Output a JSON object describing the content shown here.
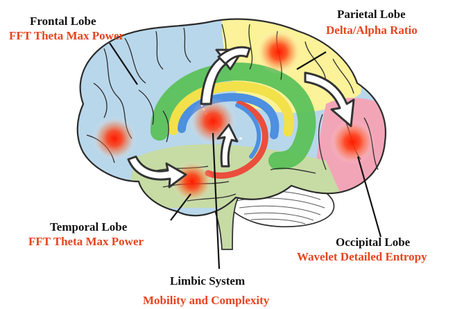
{
  "colors": {
    "frontal": "#b8d7eb",
    "parietal": "#fbf29a",
    "occipital": "#f3a5b8",
    "temporal": "#c7dba5",
    "limbic_green": "#5cc15a",
    "limbic_yellow": "#f2e14a",
    "limbic_blue": "#4d8fe0",
    "limbic_red": "#ea4e3c",
    "hotspot": "#ff2a00",
    "metric_text": "#e8431e",
    "name_text": "#111111"
  },
  "regions": {
    "frontal": {
      "name": "Frontal Lobe",
      "metric": "FFT Theta Max Power"
    },
    "parietal": {
      "name": "Parietal Lobe",
      "metric": "Delta/Alpha Ratio"
    },
    "temporal": {
      "name": "Temporal Lobe",
      "metric": "FFT Theta Max Power"
    },
    "occipital": {
      "name": "Occipital Lobe",
      "metric": "Wavelet Detailed Entropy"
    },
    "limbic": {
      "name": "Limbic System",
      "metric": "Mobility and Complexity"
    }
  },
  "icons": [
    "curved-arrow-icon",
    "hotspot-icon"
  ]
}
